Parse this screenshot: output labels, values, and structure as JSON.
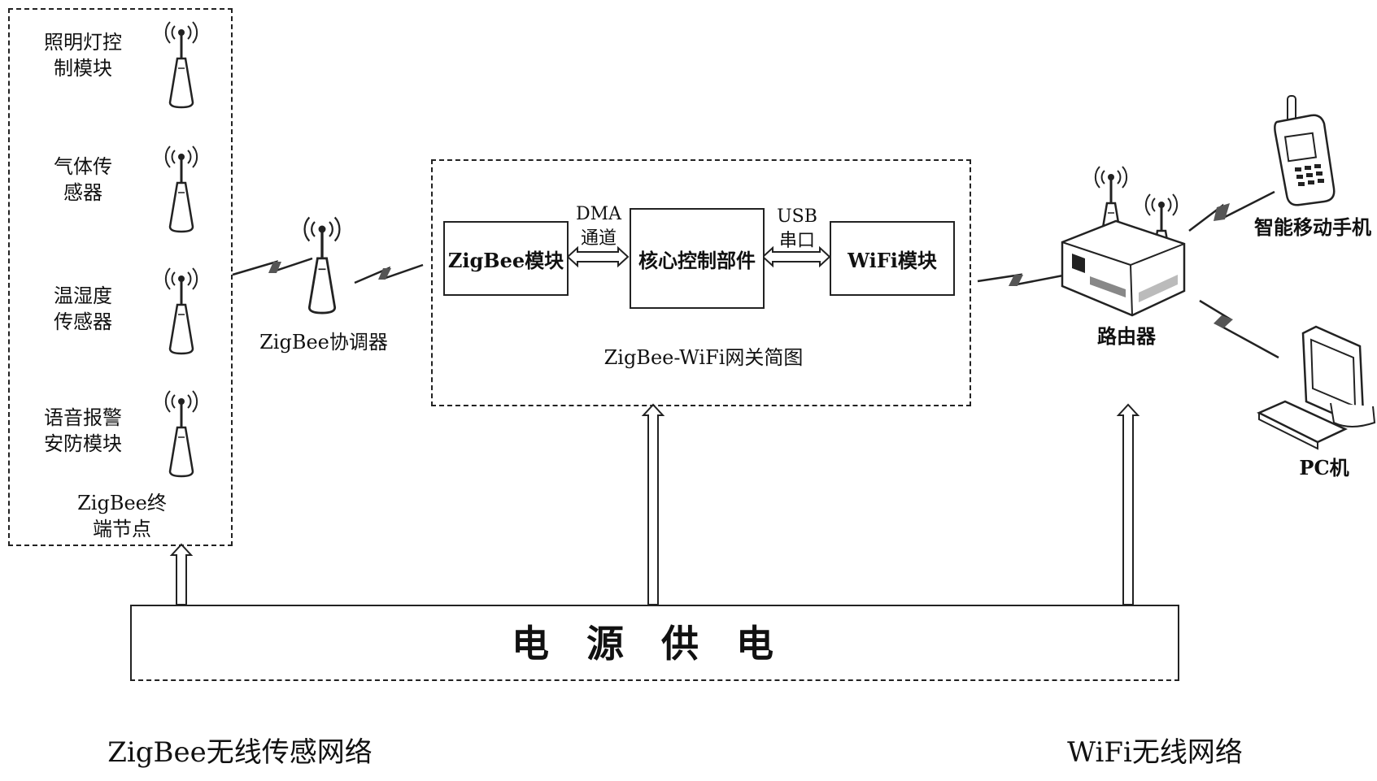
{
  "zigbee_end_nodes": {
    "title": "ZigBee终\n端节点",
    "nodes": [
      {
        "label": "照明灯控\n制模块"
      },
      {
        "label": "气体传\n感器"
      },
      {
        "label": "温湿度\n传感器"
      },
      {
        "label": "语音报警\n安防模块"
      }
    ]
  },
  "coordinator": {
    "label": "ZigBee协调器"
  },
  "gateway": {
    "title": "ZigBee-WiFi网关简图",
    "zigbee_module": "ZigBee模块",
    "core": "核心控制部件",
    "wifi_module": "WiFi模块",
    "dma_link": "DMA\n通道",
    "usb_link": "USB\n串口"
  },
  "router": {
    "label": "路由器"
  },
  "phone": {
    "label": "智能移动手机"
  },
  "pc": {
    "label": "PC机"
  },
  "power": {
    "label": "电　源　供　电"
  },
  "footer": {
    "left": "ZigBee无线传感网络",
    "right": "WiFi无线网络"
  }
}
